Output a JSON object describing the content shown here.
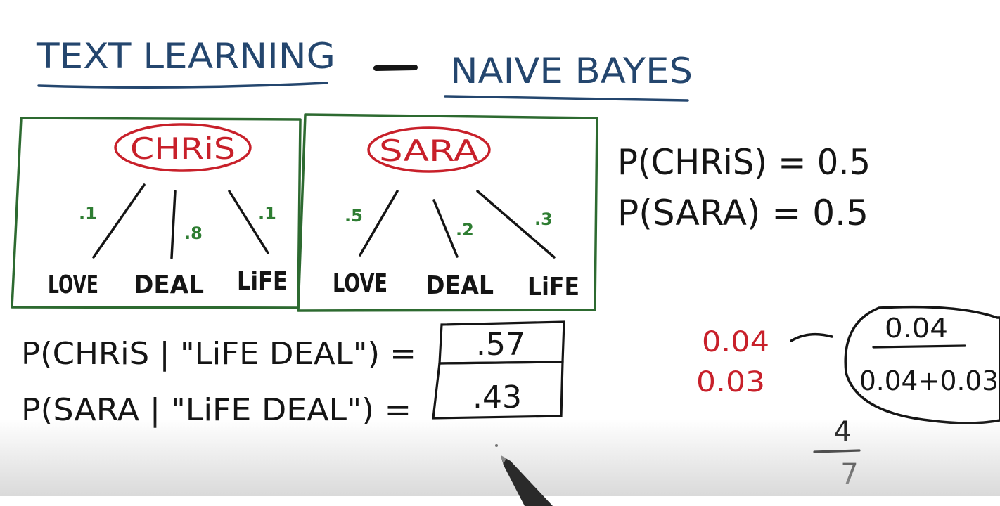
{
  "title": {
    "left": "TEXT LEARNING",
    "dash": "—",
    "right": "NAIVE BAYES"
  },
  "colors": {
    "ink": "#151515",
    "title_blue": "#24466e",
    "red": "#c8202a",
    "box_green": "#2d6a30",
    "prob_green": "#2e7d32"
  },
  "boxes": [
    {
      "person": "CHRiS",
      "words": [
        "LOVE",
        "DEAL",
        "LiFE"
      ],
      "probs": [
        ".1",
        ".8",
        ".1"
      ]
    },
    {
      "person": "SARA",
      "words": [
        "LOVE",
        "DEAL",
        "LiFE"
      ],
      "probs": [
        ".5",
        ".2",
        ".3"
      ]
    }
  ],
  "priors": [
    {
      "label": "P(CHRiS) = 0.5"
    },
    {
      "label": "P(SARA) = 0.5"
    }
  ],
  "posteriors": [
    {
      "label": "P(CHRiS | \"LiFE DEAL\") =",
      "value": ".57"
    },
    {
      "label": "P(SARA | \"LiFE DEAL\") =",
      "value": ".43"
    }
  ],
  "calc": {
    "red_top": "0.04",
    "red_bottom": "0.03",
    "numerator": "0.04",
    "denominator": "0.04+0.03",
    "frac_num": "4",
    "frac_den": "7"
  }
}
